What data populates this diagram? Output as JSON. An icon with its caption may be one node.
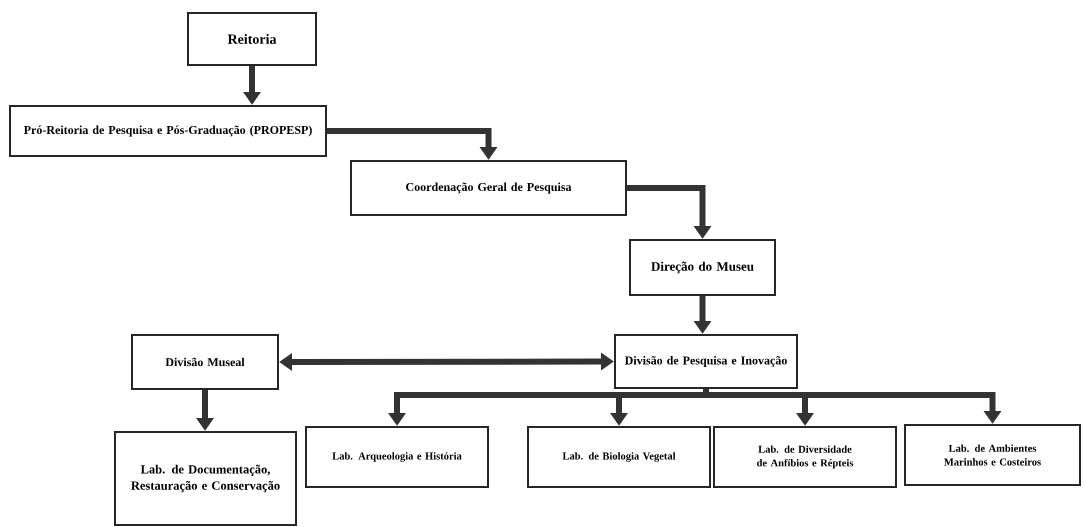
{
  "diagram": {
    "nodes": [
      {
        "text": [
          "Reitoria"
        ]
      },
      {
        "text": [
          "Pró-Reitoria de Pesquisa e Pós-Graduação (PROPESP)"
        ]
      },
      {
        "text": [
          "Coordenação Geral de Pesquisa"
        ]
      },
      {
        "text": [
          "Direção do Museu"
        ]
      },
      {
        "text": [
          "Divisão Museal"
        ]
      },
      {
        "text": [
          "Divisão de Pesquisa e Inovação"
        ]
      },
      {
        "text": [
          "Lab. de Documentação, Restauração e Conservação"
        ]
      },
      {
        "text": [
          "Lab. Arqueologia e História"
        ]
      },
      {
        "text": [
          "Lab. de Biologia Vegetal"
        ]
      },
      {
        "text": [
          "Lab. de Diversidade de Anfíbios e Répteis"
        ]
      },
      {
        "text": [
          "Lab. de Ambientes Marinhos e Costeiros"
        ]
      }
    ],
    "edges": [
      {
        "from": 0,
        "to": 1,
        "arrow": "to"
      },
      {
        "from": 1,
        "to": 2,
        "arrow": "to"
      },
      {
        "from": 2,
        "to": 3,
        "arrow": "to"
      },
      {
        "from": 3,
        "to": 5,
        "arrow": "to"
      },
      {
        "from": 4,
        "to": 5,
        "arrow": "both"
      },
      {
        "from": 4,
        "to": 6,
        "arrow": "to"
      },
      {
        "from": 5,
        "to": 7,
        "arrow": "to"
      },
      {
        "from": 5,
        "to": 8,
        "arrow": "to"
      },
      {
        "from": 5,
        "to": 9,
        "arrow": "to"
      },
      {
        "from": 5,
        "to": 10,
        "arrow": "to"
      }
    ]
  }
}
